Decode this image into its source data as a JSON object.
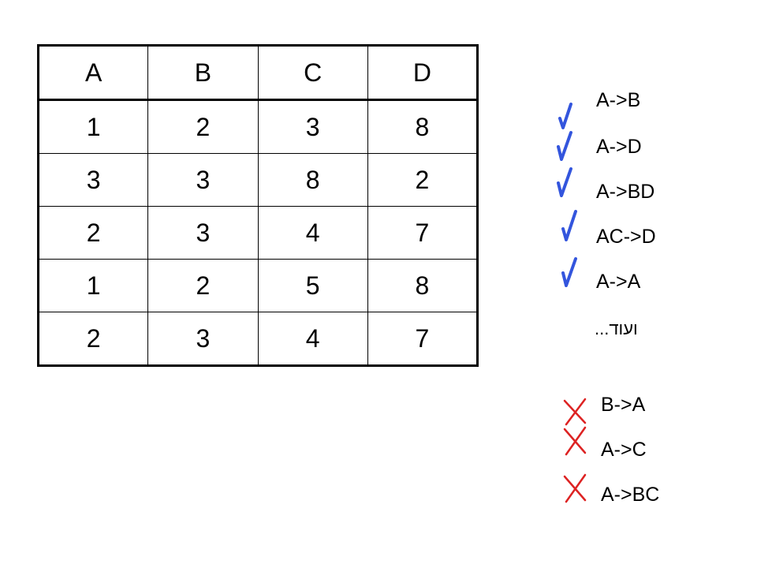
{
  "table": {
    "headers": [
      "A",
      "B",
      "C",
      "D"
    ],
    "rows": [
      [
        "1",
        "2",
        "3",
        "8"
      ],
      [
        "3",
        "3",
        "8",
        "2"
      ],
      [
        "2",
        "3",
        "4",
        "7"
      ],
      [
        "1",
        "2",
        "5",
        "8"
      ],
      [
        "2",
        "3",
        "4",
        "7"
      ]
    ]
  },
  "valid_dependencies": [
    "A->B",
    "A->D",
    "A->BD",
    "AC->D",
    "A->A"
  ],
  "more_label": "ועוד...",
  "invalid_dependencies": [
    "B->A",
    "A->C",
    "A->BC"
  ],
  "colors": {
    "check": "#3355dd",
    "cross": "#dd2222"
  }
}
